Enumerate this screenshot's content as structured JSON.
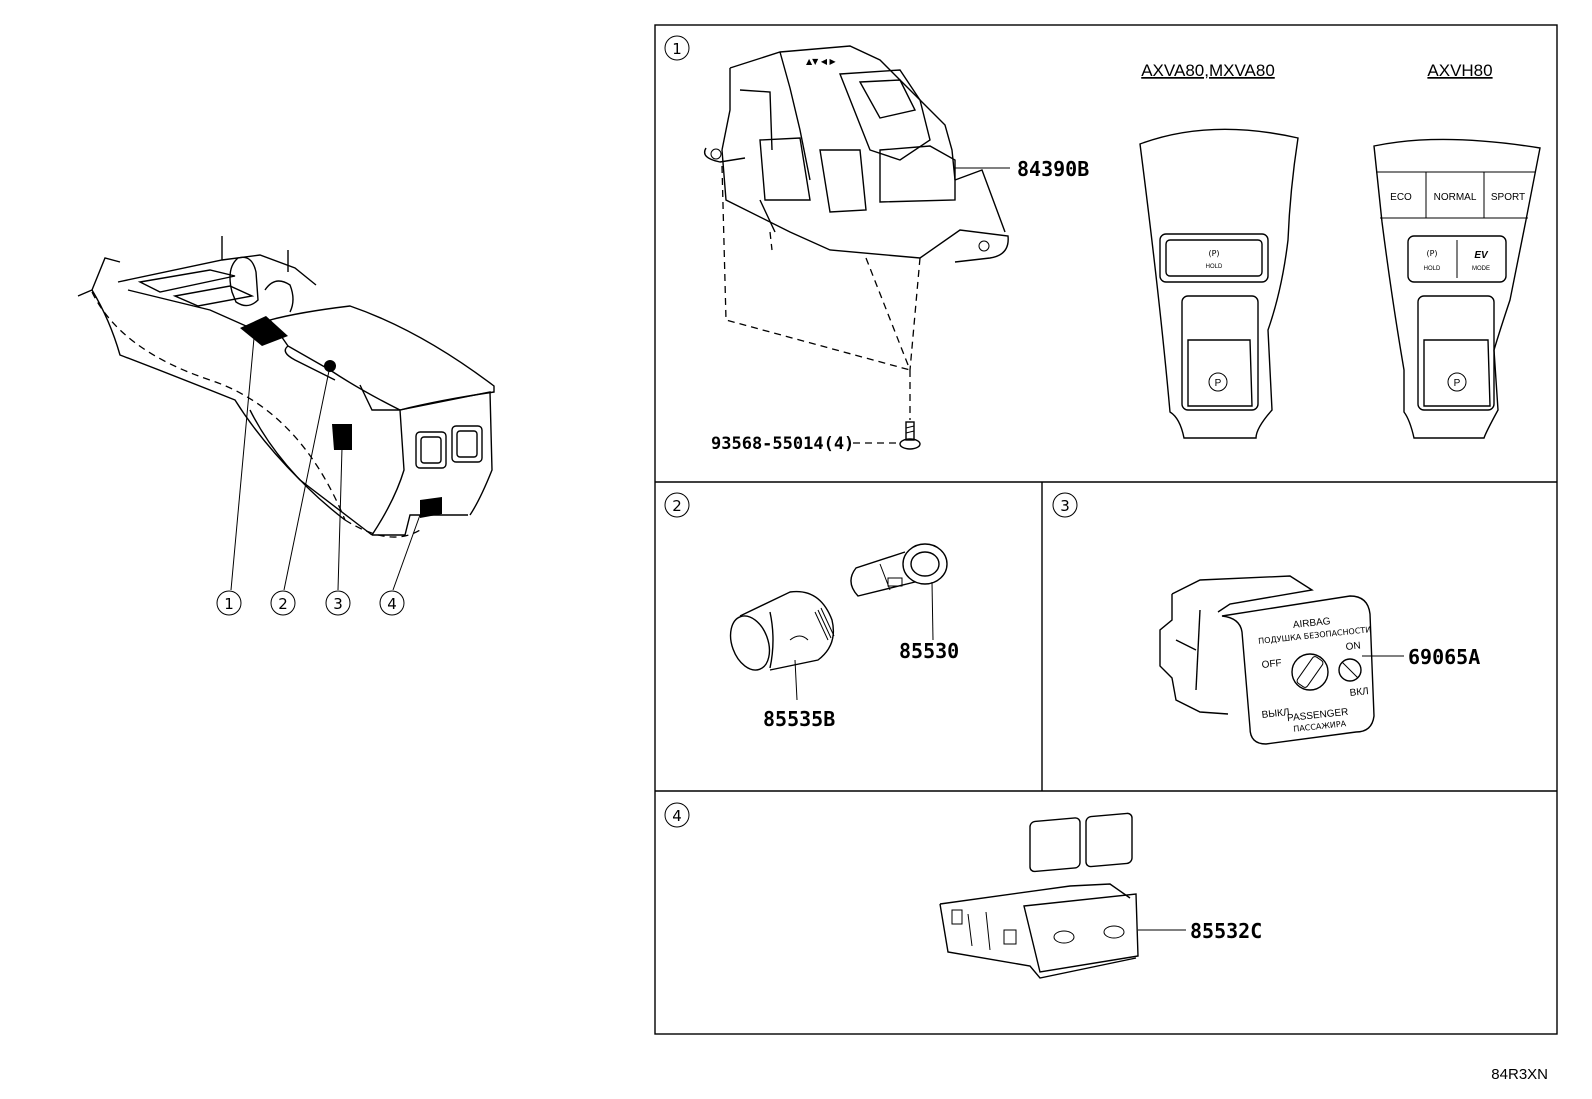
{
  "diagram_code": "84R3XN",
  "callouts": [
    "1",
    "2",
    "3",
    "4"
  ],
  "section1": {
    "callout": "1",
    "parts": {
      "main_switch": "84390B",
      "screw": "93568-55014(4)"
    },
    "variants": [
      {
        "label": "AXVA80,MXVA80",
        "hold_label": "HOLD",
        "park_label": "P"
      },
      {
        "label": "AXVH80",
        "mode_buttons": [
          "ECO",
          "NORMAL",
          "SPORT"
        ],
        "hold_label": "HOLD",
        "ev_label": "EV",
        "ev_mode_label": "MODE",
        "park_label": "P"
      }
    ]
  },
  "section2": {
    "callout": "2",
    "parts": {
      "socket": "85530",
      "cap": "85535B"
    }
  },
  "section3": {
    "callout": "3",
    "parts": {
      "airbag_switch": "69065A"
    },
    "panel_text": {
      "title": "AIRBAG",
      "subtitle": "ПОДУШКА БЕЗОПАСНОСТИ",
      "off": "OFF",
      "off_ru": "ВЫКЛ",
      "on": "ON",
      "on_ru": "ВКЛ",
      "passenger": "PASSENGER",
      "passenger_ru": "ПАССАЖИРА"
    }
  },
  "section4": {
    "callout": "4",
    "parts": {
      "switch": "85532C"
    }
  }
}
